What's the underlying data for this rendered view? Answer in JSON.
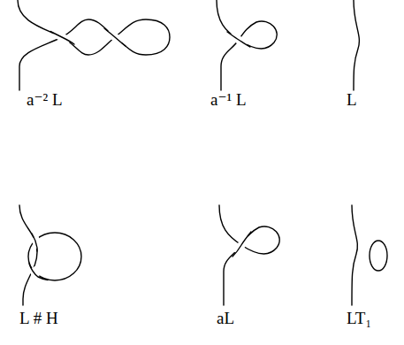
{
  "diagram": {
    "labels": [
      "a⁻² L",
      "a⁻¹ L",
      "L",
      "L # H",
      "aL",
      "LT₁"
    ]
  }
}
